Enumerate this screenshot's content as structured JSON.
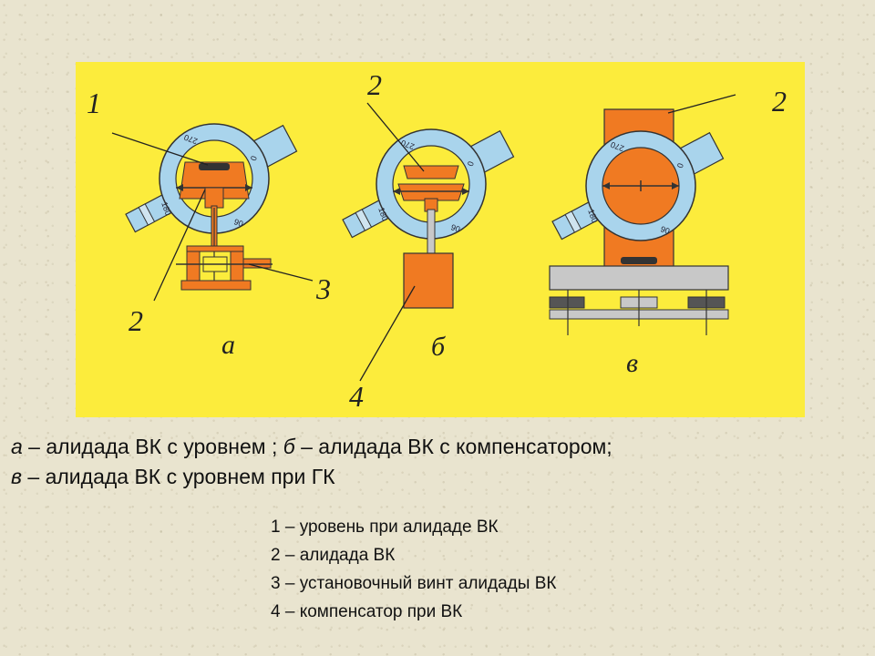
{
  "figure": {
    "labels": {
      "n1": "1",
      "n2a": "2",
      "n2b": "2",
      "n2c": "2",
      "n3": "3",
      "n4": "4",
      "a": "а",
      "b": "б",
      "v": "в"
    },
    "scale_marks": {
      "top": "270",
      "right": "0",
      "left": "180",
      "bottom": "90"
    }
  },
  "caption": {
    "line1": [
      {
        "text": "а",
        "italic": true
      },
      {
        "text": " – алидада ВК с уровнем ; ",
        "italic": false
      },
      {
        "text": "б",
        "italic": true
      },
      {
        "text": " – алидада ВК с компенсатором;",
        "italic": false
      }
    ],
    "line2": [
      {
        "text": "в",
        "italic": true
      },
      {
        "text": " – алидада ВК с уровнем при ГК",
        "italic": false
      }
    ]
  },
  "legend": [
    {
      "num": "1 –",
      "text": " уровень при алидаде ВК"
    },
    {
      "num": "2 –",
      "text": " алидада ВК"
    },
    {
      "num": "3 –",
      "text": " установочный винт алидады ВК"
    },
    {
      "num": "4 –",
      "text": " компенсатор  при ВК"
    }
  ],
  "colors": {
    "figure_bg": "#fcec3c",
    "circle": "#a9d4ec",
    "alidade": "#f07a22",
    "base": "#c8c8c8"
  }
}
